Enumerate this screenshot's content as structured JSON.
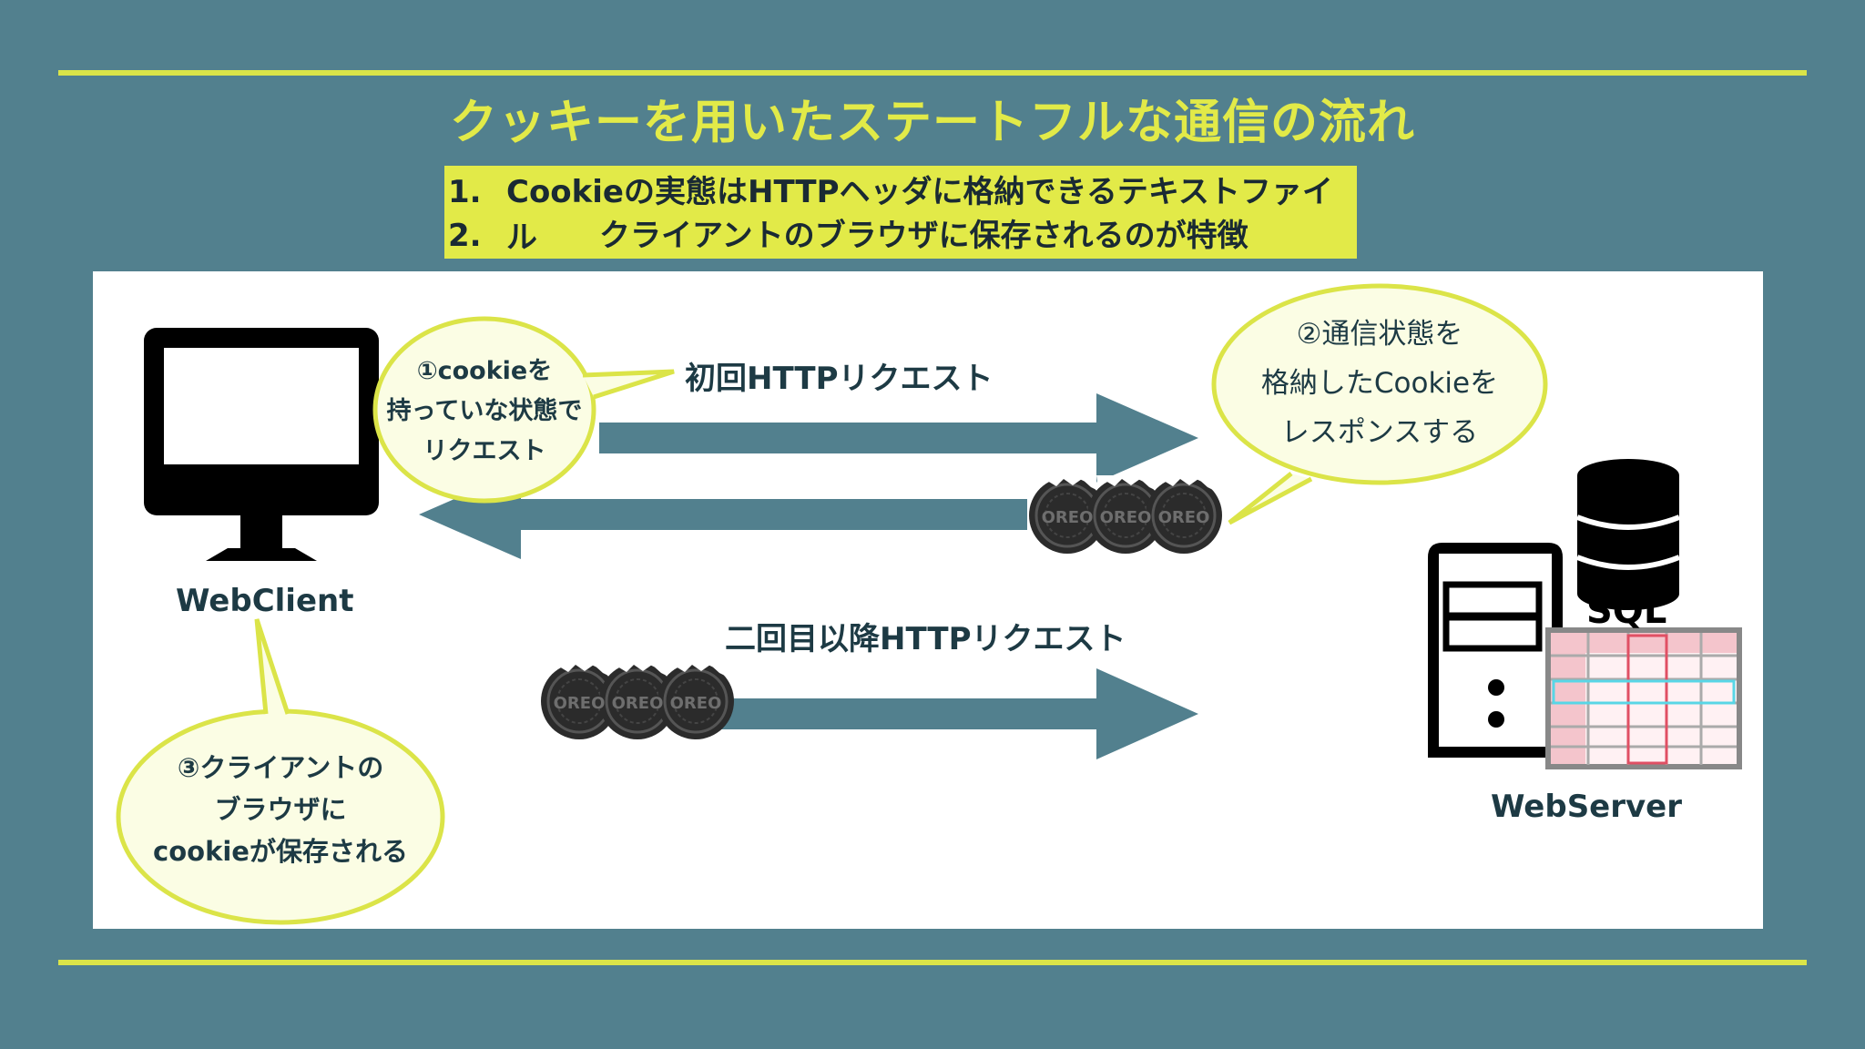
{
  "title": "クッキーを用いたステートフルな通信の流れ",
  "points": [
    {
      "num": "1.",
      "text": "Cookieの実態はHTTPヘッダに格納できるテキストファイル"
    },
    {
      "num": "2.",
      "text": "クライアントのブラウザに保存されるのが特徴"
    }
  ],
  "client": {
    "label": "WebClient"
  },
  "server": {
    "label": "WebServer",
    "db_label": "SQL"
  },
  "arrows": {
    "first_request": "初回HTTPリクエスト",
    "later_request": "二回目以降HTTPリクエスト"
  },
  "bubbles": {
    "step1": [
      "①cookieを",
      "持っていな状態で",
      "リクエスト"
    ],
    "step2": [
      "②通信状態を",
      "格納したCookieを",
      "レスポンスする"
    ],
    "step3": [
      "③クライアントの",
      "ブラウザに",
      "cookieが保存される"
    ]
  },
  "cookie_brand": "OREO",
  "colors": {
    "background": "#52808e",
    "accent_yellow": "#e2ea48",
    "arrow": "#52808e",
    "text_dark": "#1d3a44"
  }
}
